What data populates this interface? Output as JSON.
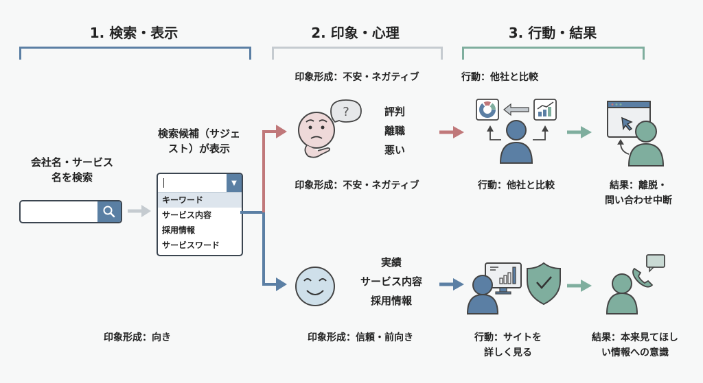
{
  "columns": [
    {
      "title": "1. 検索・表示",
      "bracket_color": "#5b7fa4"
    },
    {
      "title": "2. 印象・心理",
      "bracket_color": "#c5cbd0"
    },
    {
      "title": "3. 行動・結果",
      "bracket_color": "#7fae9e"
    }
  ],
  "stage1": {
    "search_label": "会社名・サービス名を検索",
    "search_label_lines": [
      "会社名・サービス",
      "名を検索"
    ],
    "search_placeholder": "",
    "suggest_label_lines": [
      "検索候補（サジェ",
      "スト）が表示"
    ],
    "suggest_items": [
      "キーワード",
      "サービス内容",
      "採用情報",
      "サービスワード"
    ],
    "highlighted_item": "キーワード",
    "impression": "印象形成：向き"
  },
  "negative": {
    "top_label": "印象形成：不安・ネガティブ",
    "keywords": [
      "評判",
      "離職",
      "悪い"
    ],
    "bottom_label": "印象形成：不安・ネガティブ",
    "action_top": "行動：他社と比較",
    "action_bottom": "行動：他社と比較",
    "result_lines": [
      "結果：離脱・",
      "問い合わせ中断"
    ]
  },
  "positive": {
    "keywords": [
      "実績",
      "サービス内容",
      "採用情報"
    ],
    "impression": "印象形成：信頼・前向き",
    "action_lines": [
      "行動：サイトを",
      "詳しく見る"
    ],
    "result_lines": [
      "結果：本来見てほし",
      "い情報への意識"
    ]
  },
  "colors": {
    "negative": "#c0787a",
    "positive": "#5b7fa4",
    "result": "#7fae9e",
    "neutral_arrow": "#c5cbd0"
  }
}
